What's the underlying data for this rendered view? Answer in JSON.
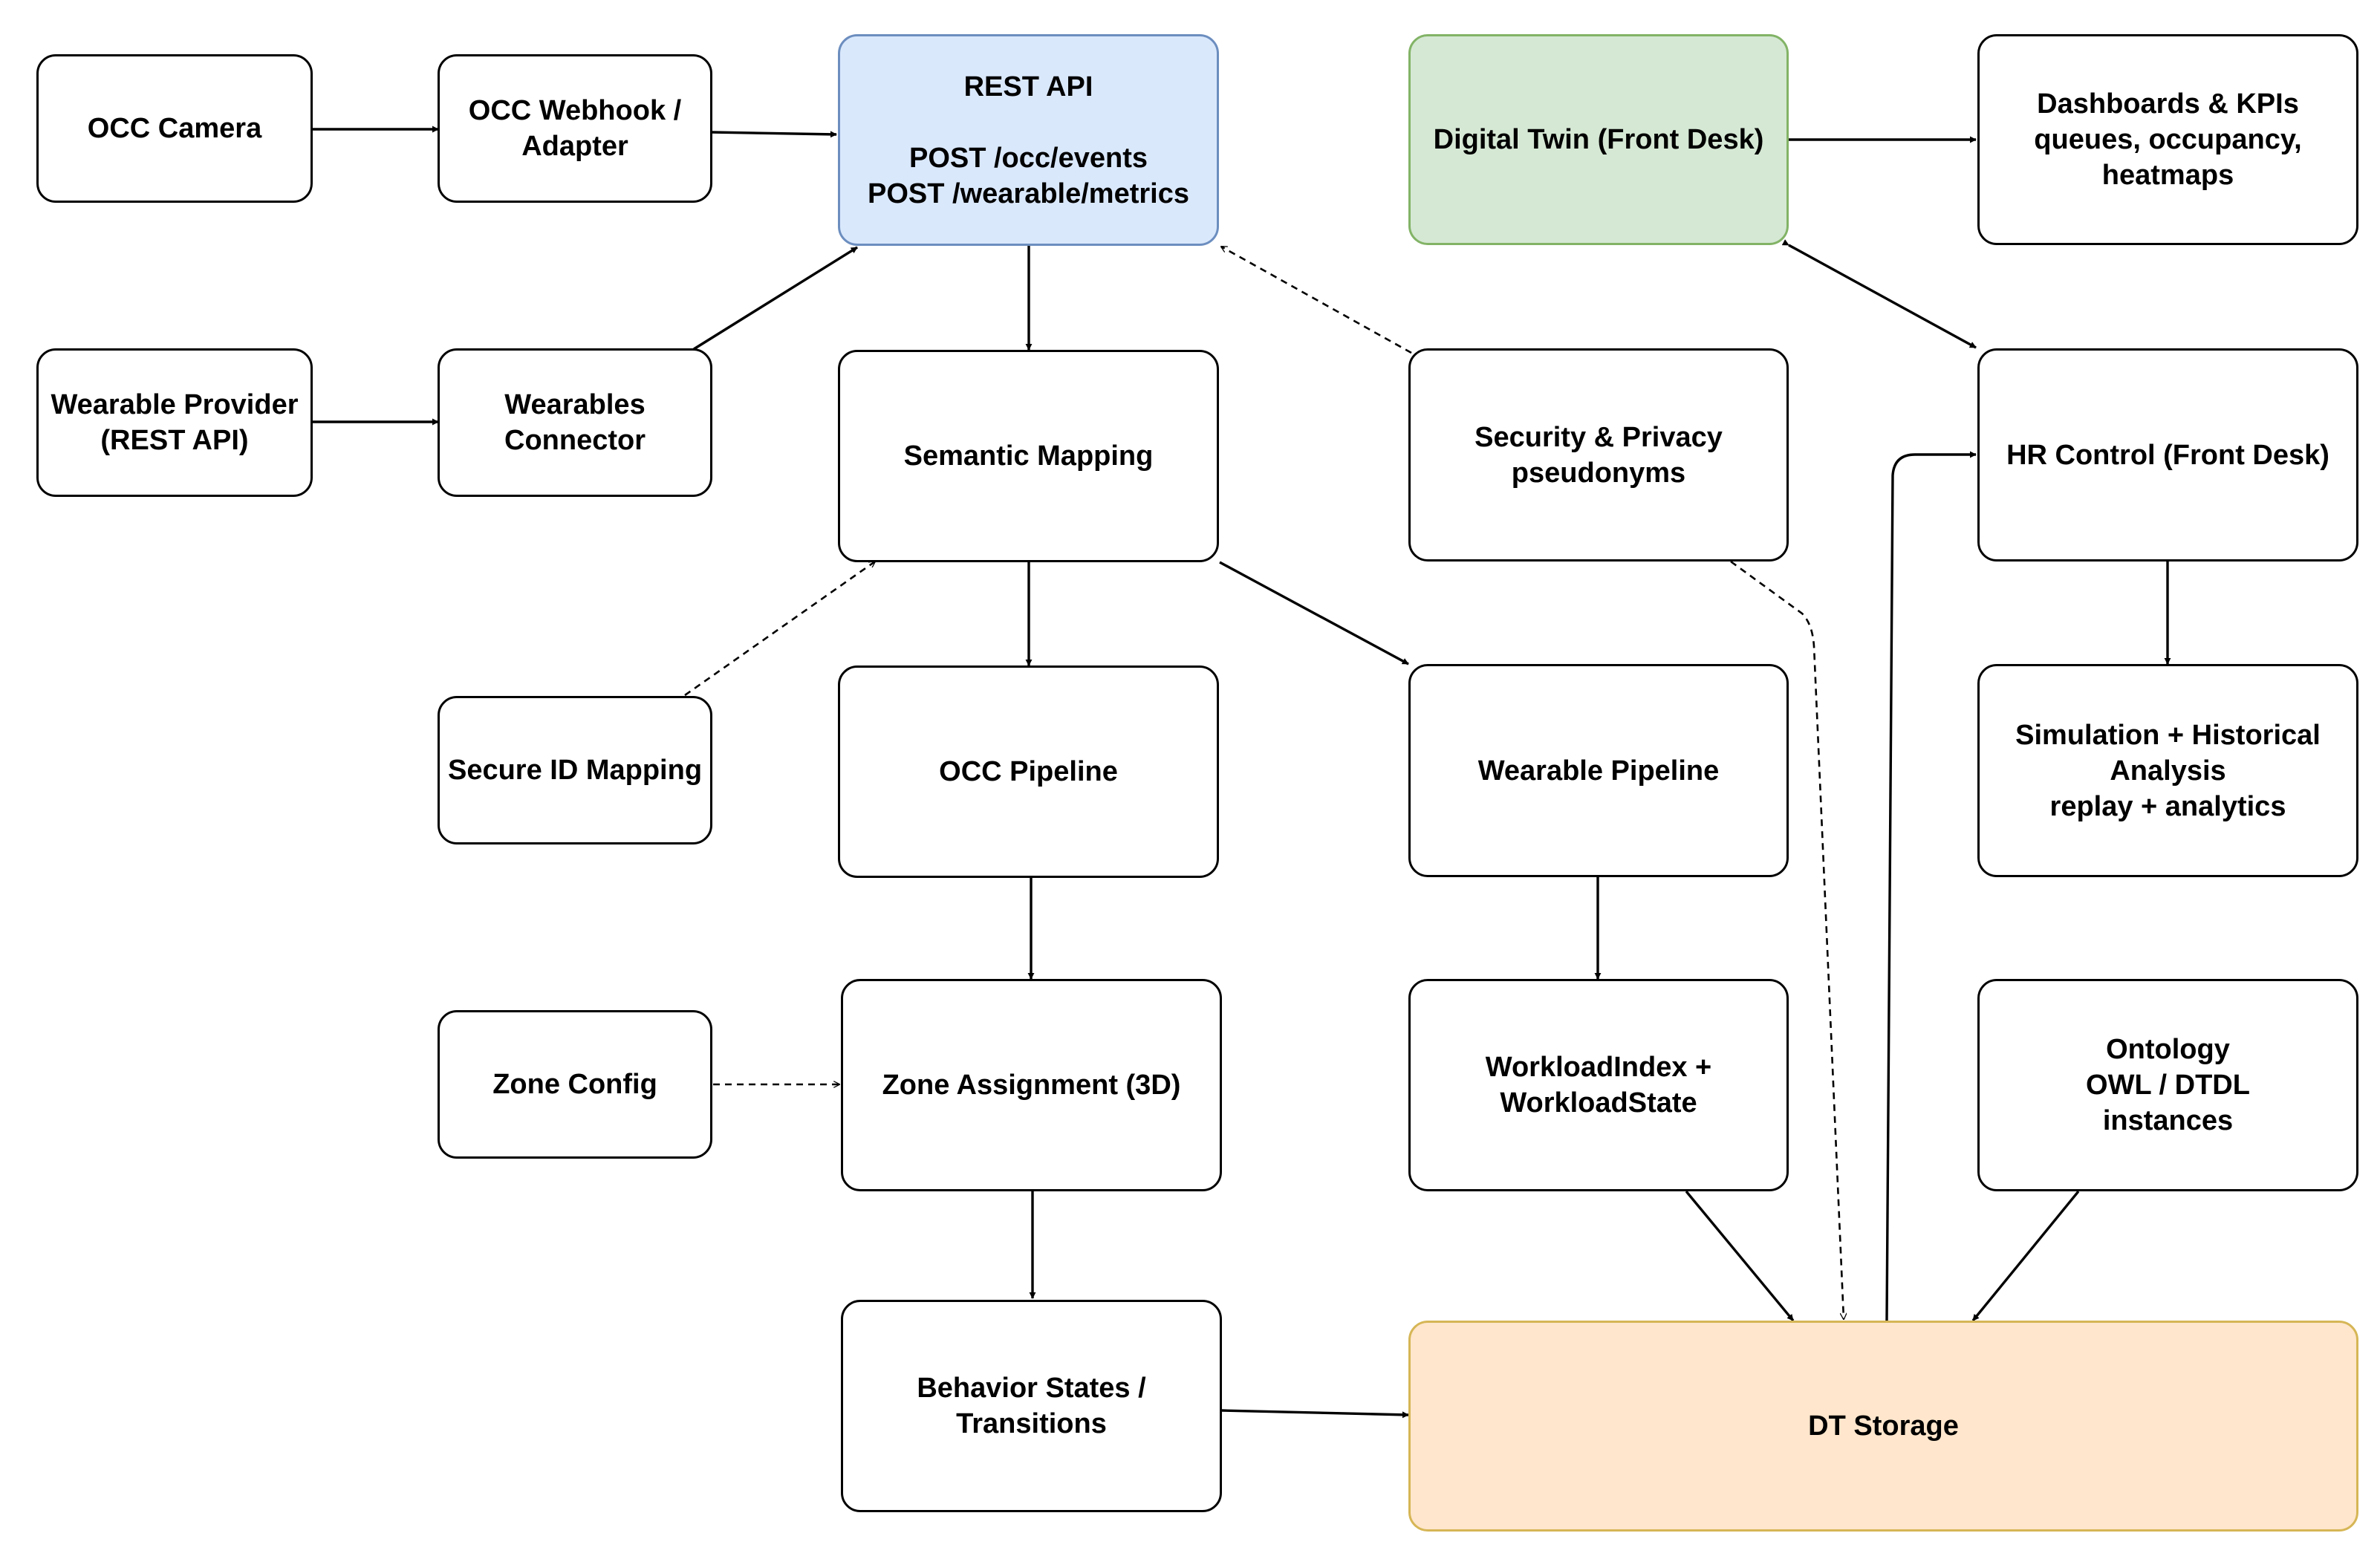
{
  "nodes": {
    "occ_camera": "OCC Camera",
    "occ_webhook": "OCC Webhook /\nAdapter",
    "rest_api": "REST API\n\nPOST /occ/events\nPOST /wearable/metrics",
    "digital_twin": "Digital Twin (Front Desk)",
    "dashboards": "Dashboards & KPIs\nqueues, occupancy,\nheatmaps",
    "wearable_provider": "Wearable Provider\n(REST API)",
    "wearables_connector": "Wearables\nConnector",
    "semantic_mapping": "Semantic Mapping",
    "security_privacy": "Security & Privacy\npseudonyms",
    "hr_control": "HR Control (Front Desk)",
    "secure_id_mapping": "Secure ID Mapping",
    "occ_pipeline": "OCC Pipeline",
    "wearable_pipeline": "Wearable Pipeline",
    "simulation": "Simulation + Historical\nAnalysis\nreplay + analytics",
    "zone_config": "Zone Config",
    "zone_assignment": "Zone Assignment (3D)",
    "workload": "WorkloadIndex +\nWorkloadState",
    "ontology": "Ontology\nOWL / DTDL\ninstances",
    "behavior_states": "Behavior States /\nTransitions",
    "dt_storage": "DT Storage"
  },
  "colors": {
    "api_fill": "#dae8fc",
    "api_stroke": "#6c8ebf",
    "twin_fill": "#d5e8d4",
    "twin_stroke": "#82b366",
    "storage_fill": "#ffe6cc",
    "storage_stroke": "#d6b656"
  }
}
